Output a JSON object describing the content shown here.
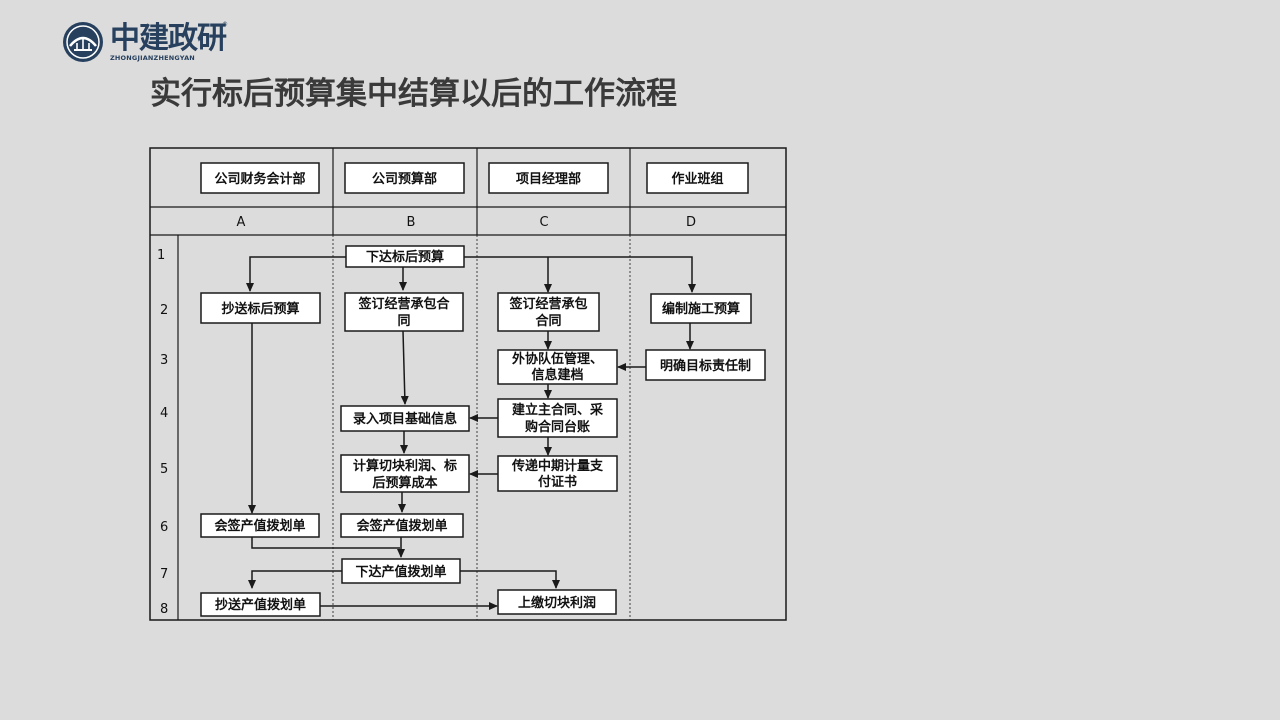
{
  "logo": {
    "text": "中建政研",
    "subtext": "ZHONGJIANZHENGYAN",
    "reg": "®"
  },
  "title": "实行标后预算集中结算以后的工作流程",
  "colors": {
    "background": "#dcdcdc",
    "logo_blue": "#26405e",
    "line": "#1a1a1a"
  },
  "departments": [
    "公司财务会计部",
    "公司预算部",
    "项目经理部",
    "作业班组"
  ],
  "columns": [
    "A",
    "B",
    "C",
    "D"
  ],
  "rows": [
    "1",
    "2",
    "3",
    "4",
    "5",
    "6",
    "7",
    "8"
  ],
  "nodes": {
    "b1": [
      "下达标后预算"
    ],
    "a2": [
      "抄送标后预算"
    ],
    "b2": [
      "签订经营承包合",
      "同"
    ],
    "c2": [
      "签订经营承包",
      "合同"
    ],
    "d2": [
      "编制施工预算"
    ],
    "c3": [
      "外协队伍管理、",
      "信息建档"
    ],
    "d3": [
      "明确目标责任制"
    ],
    "b4": [
      "录入项目基础信息"
    ],
    "c4": [
      "建立主合同、采",
      "购合同台账"
    ],
    "b5": [
      "计算切块利润、标",
      "后预算成本"
    ],
    "c5": [
      "传递中期计量支",
      "付证书"
    ],
    "a6": [
      "会签产值拨划单"
    ],
    "b6": [
      "会签产值拨划单"
    ],
    "b7": [
      "下达产值拨划单"
    ],
    "a8": [
      "抄送产值拨划单"
    ],
    "c8": [
      "上缴切块利润"
    ]
  }
}
